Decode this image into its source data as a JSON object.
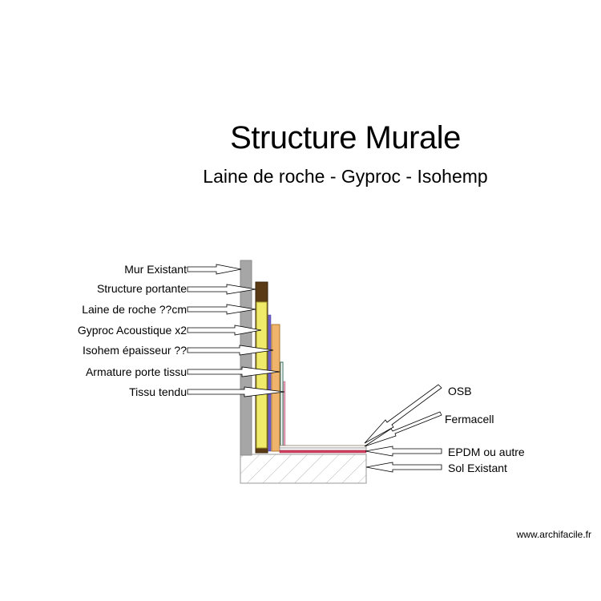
{
  "header": {
    "title": "Structure Murale",
    "subtitle": "Laine de roche - Gyproc - Isohemp"
  },
  "labels_left": [
    "Mur Existant",
    "Structure portante",
    "Laine de roche ??cm",
    "Gyproc Acoustique x2",
    "Isohem épaisseur ??",
    "Armature porte tissu",
    "Tissu tendu"
  ],
  "labels_right": [
    "OSB",
    "Fermacell",
    "EPDM ou autre",
    "Sol Existant"
  ],
  "credit": "www.archifacile.fr",
  "colors": {
    "wall": "#a6a6a6",
    "structure": "#5a3a14",
    "rockwool": "#f0ea6a",
    "gyproc": "#6e5fd0",
    "isohemp": "#f0b36c",
    "armature": "#2f6b5a",
    "fabric": "#e8a0b4",
    "epdm": "#d04060",
    "floor_hatch": "#b8b8b8"
  }
}
